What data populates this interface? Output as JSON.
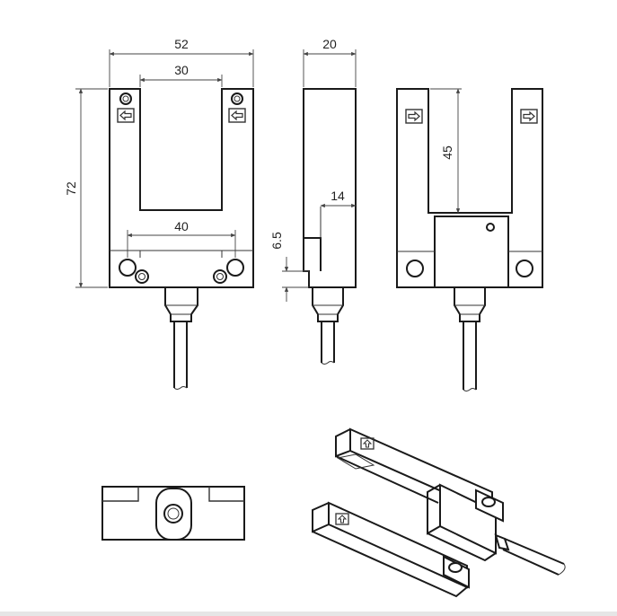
{
  "dimensions": {
    "front_width": "52",
    "slot_width": "30",
    "hole_spacing": "40",
    "height": "72",
    "side_depth": "20",
    "side_step": "14",
    "side_offset": "6.5",
    "slot_depth": "45"
  },
  "icons": {
    "arrow_left": "arrow-left-icon",
    "arrow_right": "arrow-right-icon",
    "arrow_up": "arrow-up-icon"
  },
  "colors": {
    "line": "#1a1a1a",
    "background": "#ffffff"
  }
}
